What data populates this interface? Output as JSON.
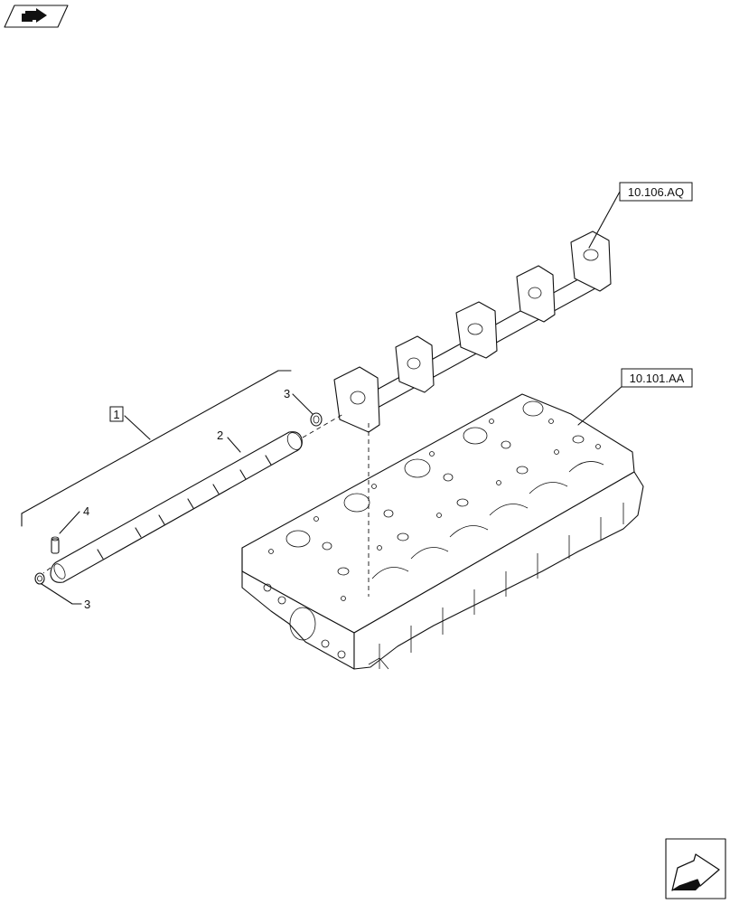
{
  "references": {
    "rocker_shaft_assembly": "10.106.AQ",
    "cylinder_head": "10.101.AA"
  },
  "callouts": {
    "assembly_box": "1",
    "shaft": "2",
    "plug_top": "3",
    "plug_bottom": "3",
    "pin": "4"
  },
  "icons": {
    "top_left": "book-arrow-icon",
    "bottom_right": "next-page-arrow-icon"
  }
}
